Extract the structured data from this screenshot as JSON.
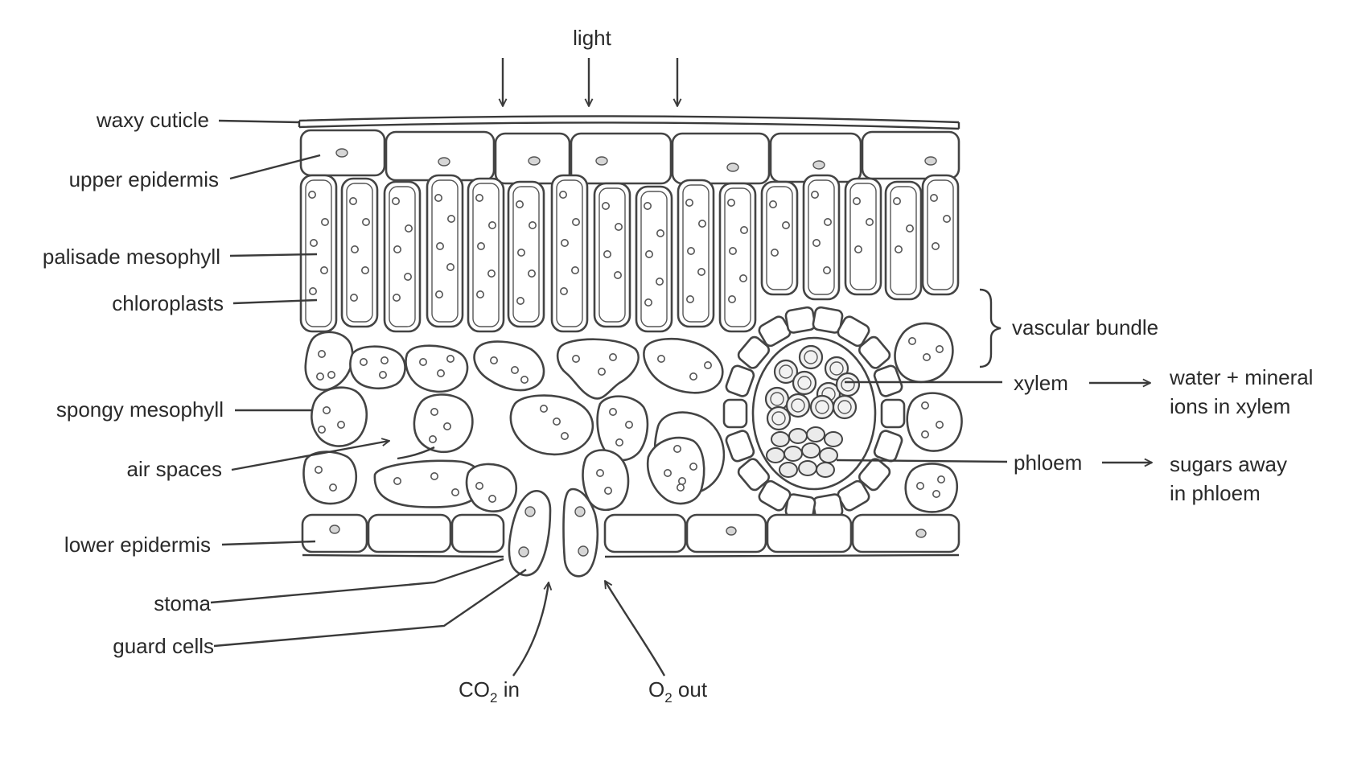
{
  "labels": {
    "light": "light",
    "waxy_cuticle": "waxy cuticle",
    "upper_epidermis": "upper epidermis",
    "palisade_mesophyll": "palisade mesophyll",
    "chloroplasts": "chloroplasts",
    "spongy_mesophyll": "spongy mesophyll",
    "air_spaces": "air spaces",
    "lower_epidermis": "lower epidermis",
    "stoma": "stoma",
    "guard_cells": "guard cells",
    "vascular_bundle": "vascular bundle",
    "xylem": "xylem",
    "phloem": "phloem",
    "xylem_note_line1": "water + mineral",
    "xylem_note_line2": "ions in xylem",
    "phloem_note_line1": "sugars away",
    "phloem_note_line2": "in phloem",
    "co2_main": "CO",
    "co2_sub": "2",
    "co2_suffix": " in",
    "o2_main": "O",
    "o2_sub": "2",
    "o2_suffix": " out"
  },
  "colors": {
    "line": "#3a3a3a",
    "text": "#2a2a2a",
    "nucleus_fill": "#d6d6d6"
  }
}
